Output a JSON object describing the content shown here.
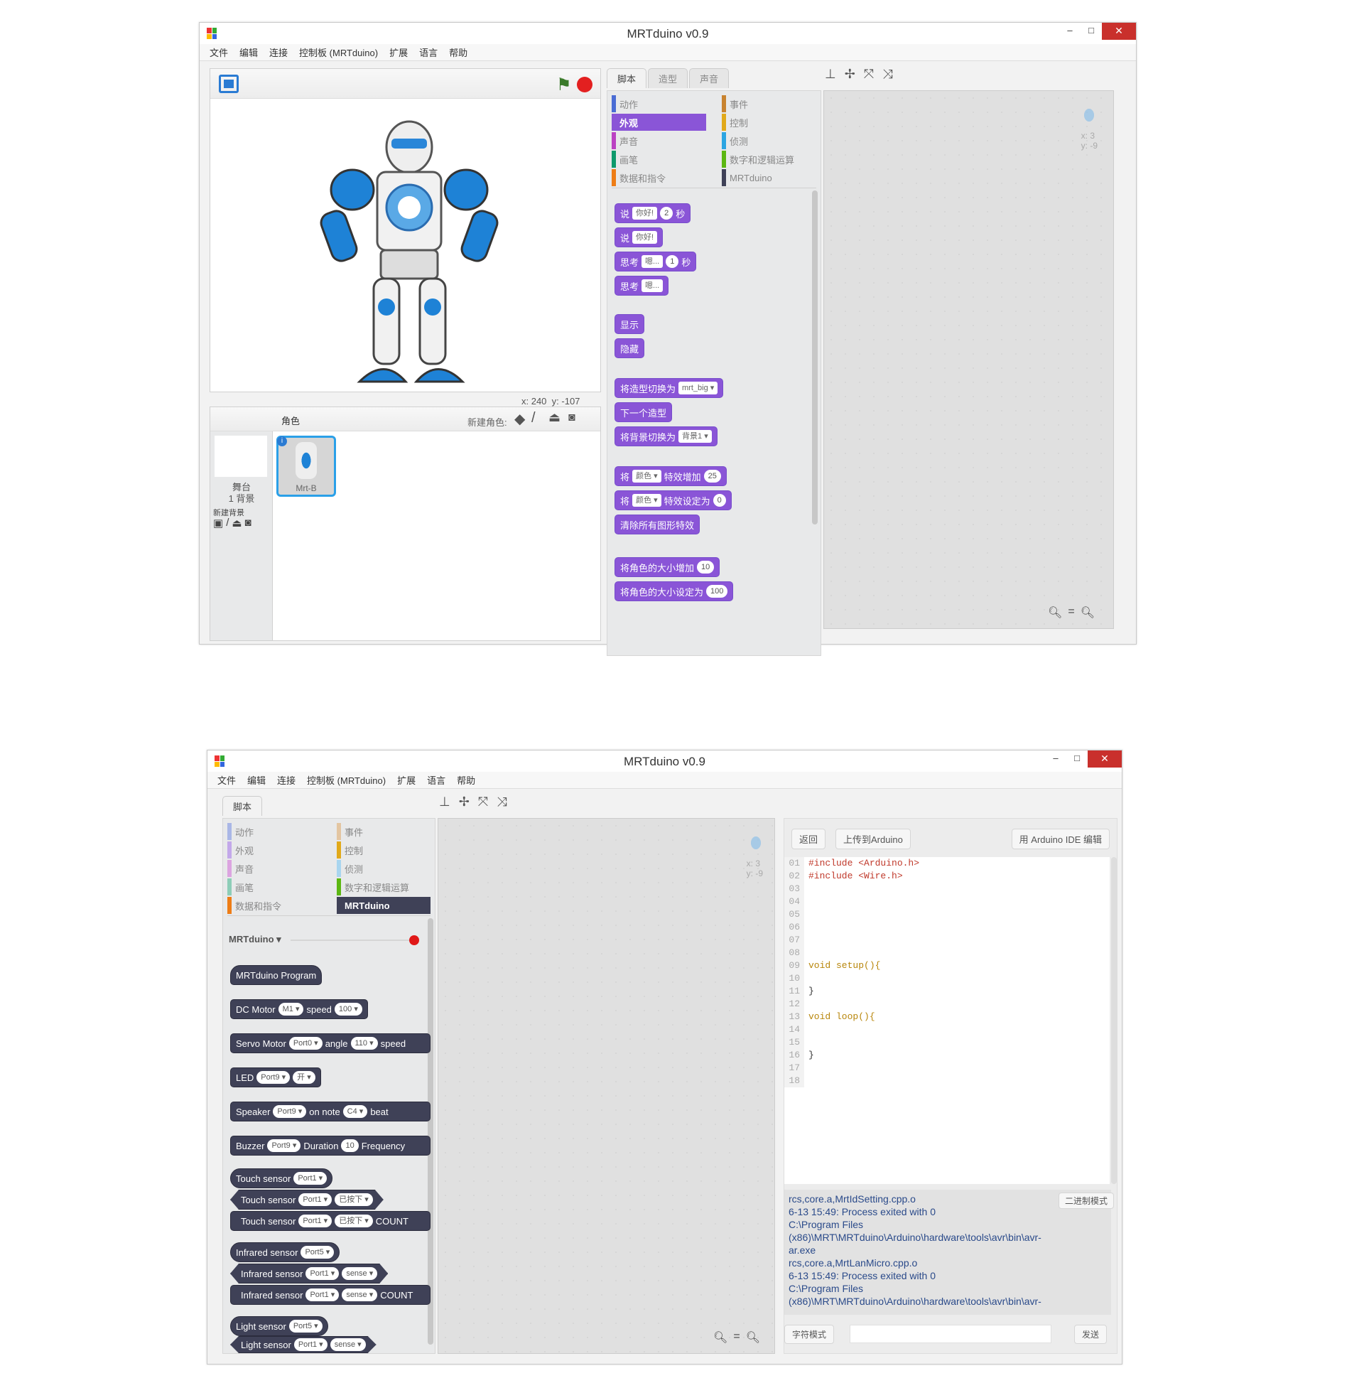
{
  "window1": {
    "title": "MRTduino v0.9",
    "menu": [
      "文件",
      "编辑",
      "连接",
      "控制板 (MRTduino)",
      "扩展",
      "语言",
      "帮助"
    ],
    "stage": {
      "coords_x": "x: 240",
      "coords_y": "y: -107"
    },
    "sprites": {
      "header": "角色",
      "new_sprite_label": "新建角色:",
      "stage_label": "舞台",
      "backdrop_count": "1 背景",
      "new_backdrop_label": "新建背景",
      "sprite_name": "Mrt-B"
    },
    "tabs": [
      "脚本",
      "造型",
      "声音"
    ],
    "categories": [
      {
        "label": "动作",
        "color": "#4a6cd4"
      },
      {
        "label": "事件",
        "color": "#c88330"
      },
      {
        "label": "外观",
        "color": "#8a55d7",
        "selected": true
      },
      {
        "label": "控制",
        "color": "#e1a91a"
      },
      {
        "label": "声音",
        "color": "#bb42c3"
      },
      {
        "label": "侦测",
        "color": "#2ca5e2"
      },
      {
        "label": "画笔",
        "color": "#0e9a6c"
      },
      {
        "label": "数字和逻辑运算",
        "color": "#5cb712"
      },
      {
        "label": "数据和指令",
        "color": "#ee7d16"
      },
      {
        "label": "MRTduino",
        "color": "#3f4157"
      }
    ],
    "blocks": {
      "say_secs": {
        "t1": "说",
        "v1": "你好!",
        "v2": "2",
        "t2": "秒"
      },
      "say": {
        "t1": "说",
        "v1": "你好!"
      },
      "think_secs": {
        "t1": "思考",
        "v1": "嗯...",
        "v2": "1",
        "t2": "秒"
      },
      "think": {
        "t1": "思考",
        "v1": "嗯..."
      },
      "show": "显示",
      "hide": "隐藏",
      "switch_costume": {
        "t1": "将造型切换为",
        "v1": "mrt_big ▾"
      },
      "next_costume": "下一个造型",
      "switch_backdrop": {
        "t1": "将背景切换为",
        "v1": "背景1 ▾"
      },
      "change_effect": {
        "t1": "将",
        "v1": "颜色 ▾",
        "t2": "特效增加",
        "v2": "25"
      },
      "set_effect": {
        "t1": "将",
        "v1": "颜色 ▾",
        "t2": "特效设定为",
        "v2": "0"
      },
      "clear_effects": "清除所有图形特效",
      "change_size": {
        "t1": "将角色的大小增加",
        "v1": "10"
      },
      "set_size": {
        "t1": "将角色的大小设定为",
        "v1": "100"
      }
    },
    "script_area": {
      "x": "x: 3",
      "y": "y: -9"
    }
  },
  "window2": {
    "title": "MRTduino v0.9",
    "menu": [
      "文件",
      "编辑",
      "连接",
      "控制板 (MRTduino)",
      "扩展",
      "语言",
      "帮助"
    ],
    "tab": "脚本",
    "categories": [
      {
        "label": "动作",
        "color": "#a9b6e6"
      },
      {
        "label": "事件",
        "color": "#e3c5a1"
      },
      {
        "label": "外观",
        "color": "#c3a8ea"
      },
      {
        "label": "控制",
        "color": "#e1a91a"
      },
      {
        "label": "声音",
        "color": "#dca4e0"
      },
      {
        "label": "侦测",
        "color": "#a8d5ef"
      },
      {
        "label": "画笔",
        "color": "#8dcdb7"
      },
      {
        "label": "数字和逻辑运算",
        "color": "#5cb712"
      },
      {
        "label": "数据和指令",
        "color": "#ee7d16"
      },
      {
        "label": "MRTduino",
        "color": "#3f4157",
        "selected": true
      }
    ],
    "device_label": "MRTduino ▾",
    "blocks": {
      "program": "MRTduino Program",
      "dc_motor": {
        "t1": "DC Motor",
        "v1": "M1 ▾",
        "t2": "speed",
        "v2": "100 ▾"
      },
      "servo": {
        "t1": "Servo Motor",
        "v1": "Port0 ▾",
        "t2": "angle",
        "v2": "110 ▾",
        "t3": "speed"
      },
      "led": {
        "t1": "LED",
        "v1": "Port9 ▾",
        "v2": "开 ▾"
      },
      "speaker": {
        "t1": "Speaker",
        "v1": "Port9 ▾",
        "t2": "on note",
        "v2": "C4 ▾",
        "t3": "beat"
      },
      "buzzer": {
        "t1": "Buzzer",
        "v1": "Port9 ▾",
        "t2": "Duration",
        "v2": "10",
        "t3": "Frequency"
      },
      "touch1": {
        "t1": "Touch sensor",
        "v1": "Port1 ▾"
      },
      "touch2": {
        "t1": "Touch sensor",
        "v1": "Port1 ▾",
        "v2": "已按下 ▾"
      },
      "touch3": {
        "t1": "Touch sensor",
        "v1": "Port1 ▾",
        "v2": "已按下 ▾",
        "t2": "COUNT"
      },
      "ir1": {
        "t1": "Infrared sensor",
        "v1": "Port5 ▾"
      },
      "ir2": {
        "t1": "Infrared sensor",
        "v1": "Port1 ▾",
        "v2": "sense ▾"
      },
      "ir3": {
        "t1": "Infrared sensor",
        "v1": "Port1 ▾",
        "v2": "sense ▾",
        "t2": "COUNT"
      },
      "light1": {
        "t1": "Light sensor",
        "v1": "Port5 ▾"
      },
      "light2": {
        "t1": "Light sensor",
        "v1": "Port1 ▾",
        "v2": "sense ▾"
      }
    },
    "script_area": {
      "x": "x: 3",
      "y": "y: -9"
    },
    "code_panel": {
      "back_button": "返回",
      "upload_button": "上传到Arduino",
      "ide_button": "用 Arduino IDE 编辑",
      "lines": [
        "#include <Arduino.h>",
        "#include <Wire.h>",
        "",
        "",
        "",
        "",
        "",
        "",
        "void setup(){",
        "",
        "}",
        "",
        "void loop(){",
        "",
        "",
        "}",
        "",
        ""
      ],
      "hex_mode_button": "二进制模式",
      "log": [
        "rcs,core.a,MrtIdSetting.cpp.o",
        "6-13 15:49: Process exited with 0",
        "C:\\Program Files",
        "(x86)\\MRT\\MRTduino\\Arduino\\hardware\\tools\\avr\\bin\\avr-",
        "ar.exe",
        "rcs,core.a,MrtLanMicro.cpp.o",
        "6-13 15:49: Process exited with 0",
        "C:\\Program Files",
        "(x86)\\MRT\\MRTduino\\Arduino\\hardware\\tools\\avr\\bin\\avr-"
      ],
      "char_mode_button": "字符模式",
      "send_button": "发送",
      "send_input": ""
    }
  }
}
